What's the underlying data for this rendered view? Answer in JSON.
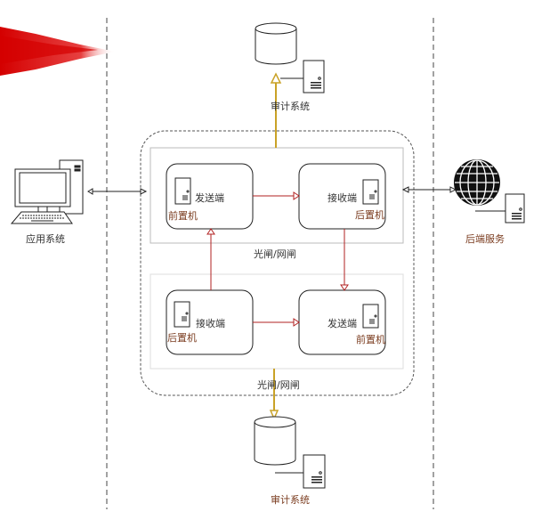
{
  "diagram": {
    "left_node": {
      "label": "应用系统",
      "icon": "desktop-computer-icon"
    },
    "right_node": {
      "label": "后端服务",
      "icon": "globe-icon"
    },
    "audit_top": {
      "label": "审计系统",
      "icon": "database-icon"
    },
    "audit_bottom": {
      "label": "审计系统",
      "icon": "database-icon"
    },
    "gate_top": {
      "label": "光闸/网闸",
      "sender": {
        "title": "发送端",
        "sub": "前置机"
      },
      "receiver": {
        "title": "接收端",
        "sub": "后置机"
      }
    },
    "gate_bottom": {
      "label": "光闸/网闸",
      "receiver": {
        "title": "接收端",
        "sub": "后置机"
      },
      "sender": {
        "title": "发送端",
        "sub": "前置机"
      }
    },
    "colors": {
      "flow_red": "#b22222",
      "audit_gold": "#c9a227",
      "splash_red": "#d40000"
    }
  }
}
